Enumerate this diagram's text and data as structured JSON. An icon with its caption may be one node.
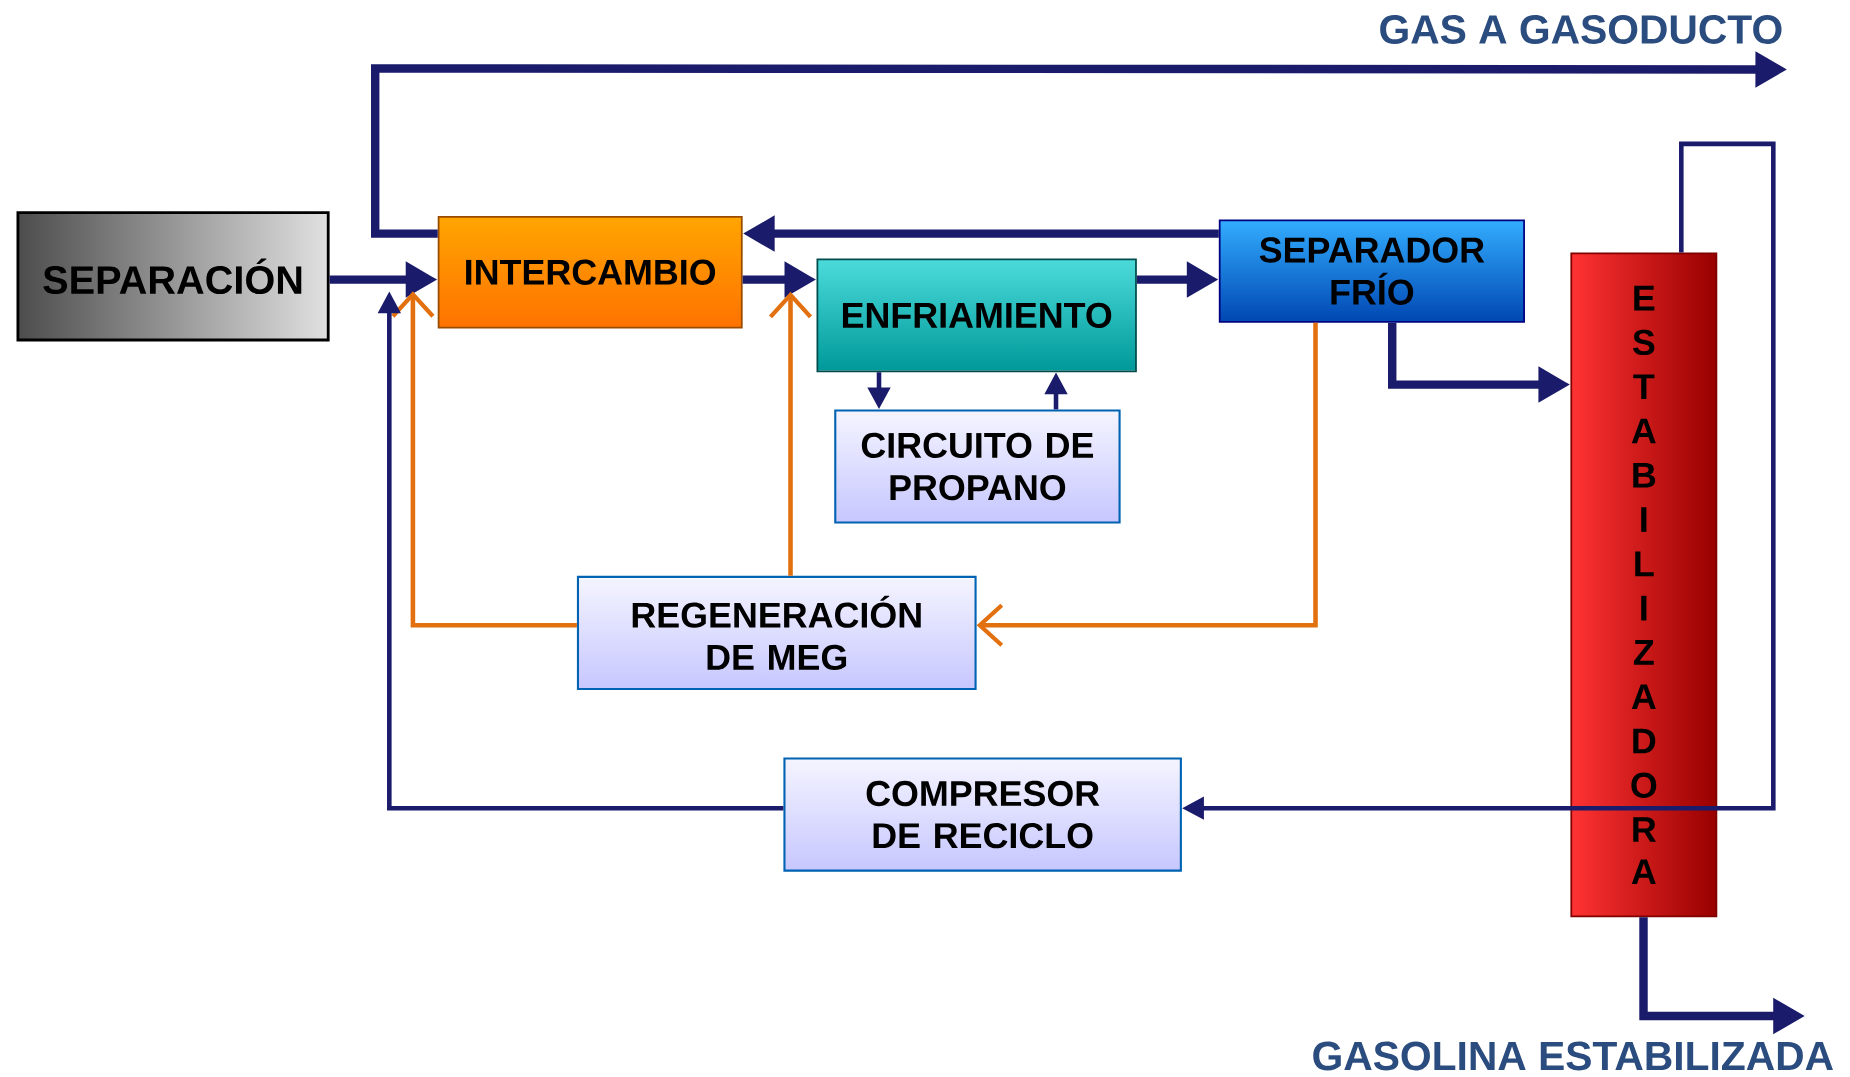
{
  "diagram": {
    "nodes": [
      {
        "text": [
          "SEPARACIÓN"
        ]
      },
      {
        "text": [
          "INTERCAMBIO"
        ]
      },
      {
        "text": [
          "ENFRIAMIENTO"
        ]
      },
      {
        "text": [
          "SEPARADOR FRÍO"
        ]
      },
      {
        "text": [
          "ESTABILIZADORA"
        ]
      },
      {
        "text": [
          "CIRCUITO DE PROPANO"
        ]
      },
      {
        "text": [
          "REGENERACIÓN DE MEG"
        ]
      },
      {
        "text": [
          "COMPRESOR DE RECICLO"
        ]
      },
      {
        "text": [
          "GAS A GASODUCTO"
        ]
      },
      {
        "text": [
          "GASOLINA ESTABILIZADA"
        ]
      }
    ],
    "edges": [
      {
        "from": 0,
        "to": 1,
        "arrow": "to",
        "style": "thick"
      },
      {
        "from": 1,
        "to": 2,
        "arrow": "to",
        "style": "thick"
      },
      {
        "from": 2,
        "to": 3,
        "arrow": "to",
        "style": "thick"
      },
      {
        "from": 3,
        "to": 1,
        "arrow": "to",
        "style": "thick"
      },
      {
        "from": 3,
        "to": 4,
        "arrow": "to",
        "style": "thick"
      },
      {
        "from": 2,
        "to": 5,
        "arrow": "to"
      },
      {
        "from": 5,
        "to": 2,
        "arrow": "to"
      },
      {
        "from": 3,
        "to": 6,
        "arrow": "to",
        "color": "#e2700f"
      },
      {
        "from": 6,
        "to": 1,
        "arrow": "to",
        "color": "#e2700f"
      },
      {
        "from": 6,
        "to": 2,
        "arrow": "to",
        "color": "#e2700f"
      },
      {
        "from": 4,
        "to": 7,
        "arrow": "to"
      },
      {
        "from": 7,
        "to": 1,
        "arrow": "to"
      },
      {
        "from": 4,
        "to": 9,
        "arrow": "to",
        "style": "thick"
      },
      {
        "from": 1,
        "to": 8,
        "arrow": "to",
        "style": "thick"
      }
    ]
  }
}
